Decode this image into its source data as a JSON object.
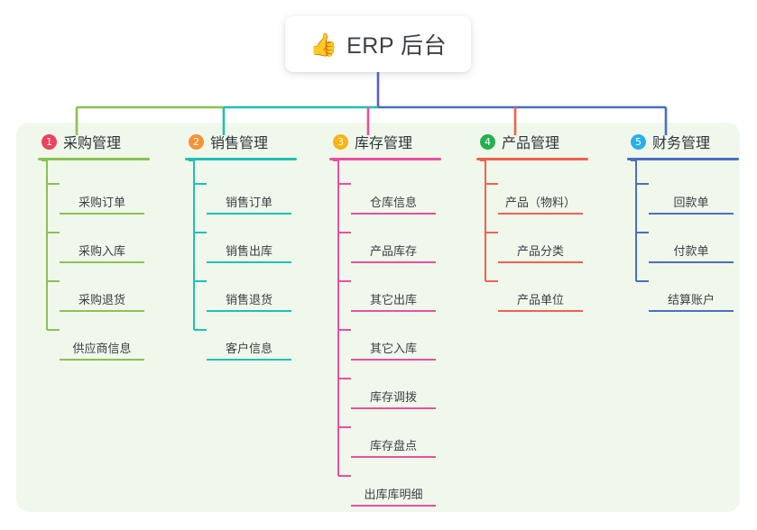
{
  "root": {
    "icon": "thumbs-up-emoji",
    "emoji": "👍",
    "title": "ERP 后台"
  },
  "theme": {
    "panel_bg": "#f0f8ec",
    "page_bg": "#ffffff",
    "root_stem": "#5b5fc7",
    "text": "#3a3f46"
  },
  "columns": [
    {
      "number": "1",
      "title": "采购管理",
      "badge_color": "#ef4060",
      "line_color": "#8cc152",
      "items": [
        {
          "label": "采购订单"
        },
        {
          "label": "采购入库"
        },
        {
          "label": "采购退货"
        },
        {
          "label": "供应商信息"
        }
      ]
    },
    {
      "number": "2",
      "title": "销售管理",
      "badge_color": "#f59337",
      "line_color": "#20c0b4",
      "items": [
        {
          "label": "销售订单"
        },
        {
          "label": "销售出库"
        },
        {
          "label": "销售退货"
        },
        {
          "label": "客户信息"
        }
      ]
    },
    {
      "number": "3",
      "title": "库存管理",
      "badge_color": "#f9b516",
      "line_color": "#ea4f9e",
      "items": [
        {
          "label": "仓库信息"
        },
        {
          "label": "产品库存"
        },
        {
          "label": "其它出库"
        },
        {
          "label": "其它入库"
        },
        {
          "label": "库存调拨"
        },
        {
          "label": "库存盘点"
        },
        {
          "label": "出库库明细"
        }
      ]
    },
    {
      "number": "4",
      "title": "产品管理",
      "badge_color": "#22b14c",
      "line_color": "#f4604f",
      "items": [
        {
          "label": "产品（物料）"
        },
        {
          "label": "产品分类"
        },
        {
          "label": "产品单位"
        }
      ]
    },
    {
      "number": "5",
      "title": "财务管理",
      "badge_color": "#2ab0e8",
      "line_color": "#4a6fc4",
      "items": [
        {
          "label": "回款单"
        },
        {
          "label": "付款单"
        },
        {
          "label": "结算账户"
        }
      ]
    }
  ]
}
